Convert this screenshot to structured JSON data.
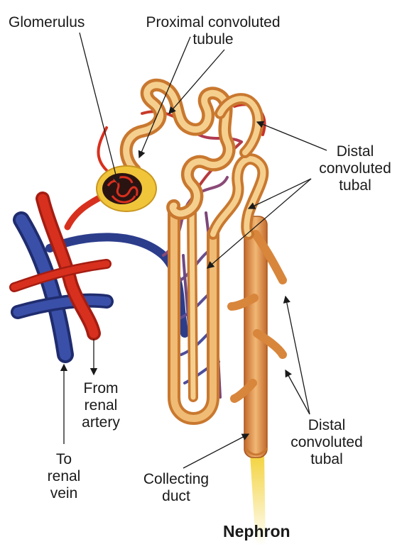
{
  "diagram": {
    "title": "Nephron",
    "labels": {
      "glomerulus": "Glomerulus",
      "proximal_line1": "Proximal convoluted",
      "proximal_line2": "tubule",
      "distal_top_line1": "Distal",
      "distal_top_line2": "convoluted",
      "distal_top_line3": "tubal",
      "distal_bottom_line1": "Distal",
      "distal_bottom_line2": "convoluted",
      "distal_bottom_line3": "tubal",
      "collecting_line1": "Collecting",
      "collecting_line2": "duct",
      "artery_line1": "From",
      "artery_line2": "renal",
      "artery_line3": "artery",
      "vein_line1": "To",
      "vein_line2": "renal",
      "vein_line3": "vein"
    },
    "colors": {
      "artery": "#d8301e",
      "artery_dark": "#a51d12",
      "vein": "#33449a",
      "vein_dark": "#1f2c6e",
      "tubule": "#e7a254",
      "tubule_light": "#f5cf8e",
      "capillary_mix": "#8a4a78",
      "capsule": "#f0c53a",
      "urine": "#f3d33c"
    }
  }
}
